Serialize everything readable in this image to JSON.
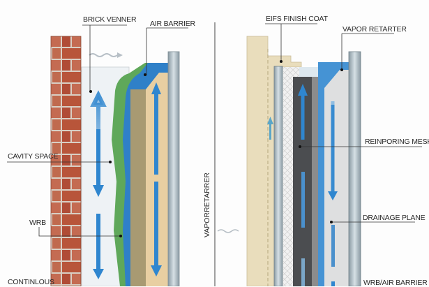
{
  "diagram": {
    "left_assembly": {
      "labels": {
        "brick": "BRICK VENNER",
        "air_barrier": "AIR BARRIER",
        "cavity": "CAVITY SPACE",
        "wrb": "WRB",
        "continuous": "CONTINLOUS"
      }
    },
    "right_assembly": {
      "labels": {
        "eifs": "EIFS FINISH COAT",
        "vapor_retarder": "VAPOR RETARTER",
        "mesh": "REINPORING MESH",
        "drainage": "DRAINAGE PLANE",
        "wrb_air": "WRB/AIR BARRIER"
      }
    },
    "divider_label": "VAPORRETARRER",
    "colors": {
      "brick": "#b8553a",
      "mortar": "#d9cfc4",
      "cavity": "#eef2f5",
      "green_membrane": "#5fa85a",
      "blue_barrier": "#2f80c8",
      "insulation": "#a89a72",
      "plywood": "#e8cfa2",
      "stud": "#a9b9c2",
      "eifs": "#e9ddbc",
      "dark_board": "#4b4d50",
      "arrow": "#2f86cf"
    }
  }
}
